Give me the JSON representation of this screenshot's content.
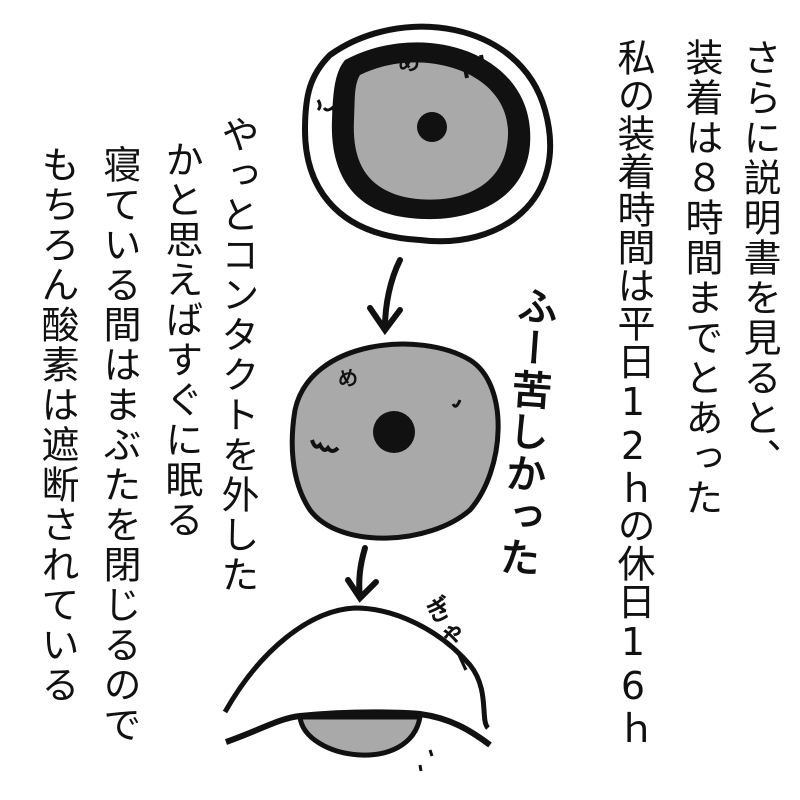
{
  "narration": {
    "columns": [
      "さらに説明書を見ると、",
      "装着は８時間までとあった",
      "私の装着時間は平日12ｈの休日16ｈ",
      "やっとコンタクトを外した",
      "かと思えばすぐに眠る",
      "寝ている間はまぶたを閉じるので",
      "もちろん酸素は遮断されている"
    ]
  },
  "sound_effects": {
    "relief": "ふー苦しかった",
    "scream": "ぎゃー",
    "face_top": "め",
    "face_mid": "め"
  },
  "colors": {
    "ink": "#111111",
    "lens_gray": "#a9a9a9",
    "background": "#ffffff"
  }
}
